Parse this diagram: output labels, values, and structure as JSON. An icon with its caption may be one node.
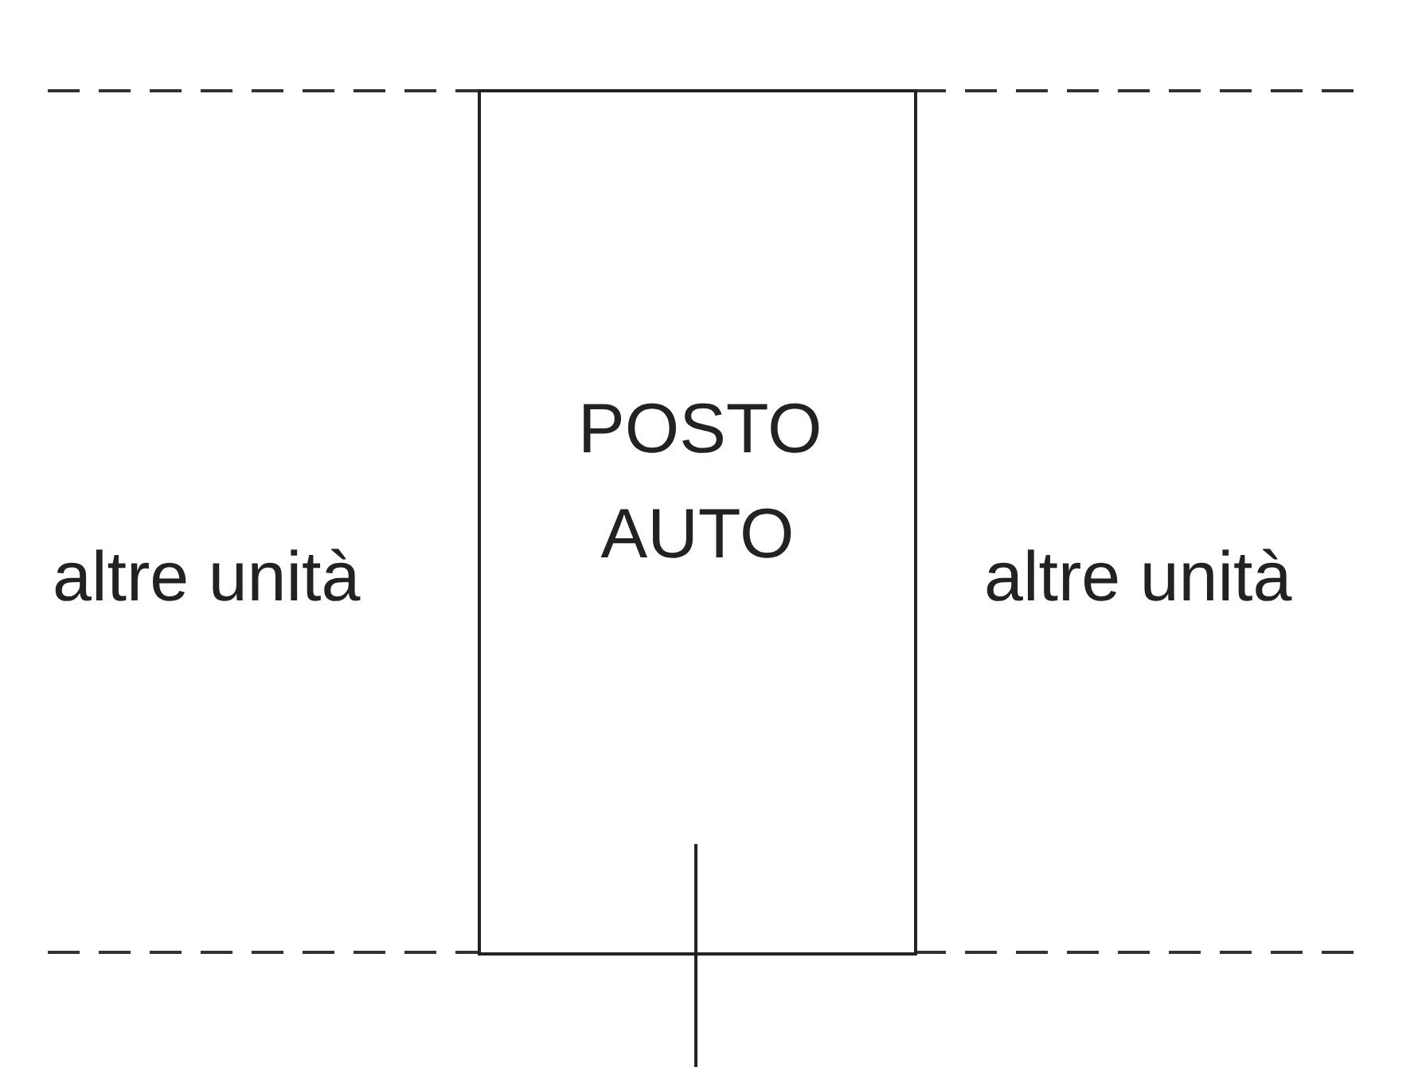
{
  "diagram": {
    "nodes": [
      {
        "text": [
          "POSTO AUTO"
        ]
      }
    ],
    "labels": [
      "altre unità",
      "altre unità"
    ]
  }
}
